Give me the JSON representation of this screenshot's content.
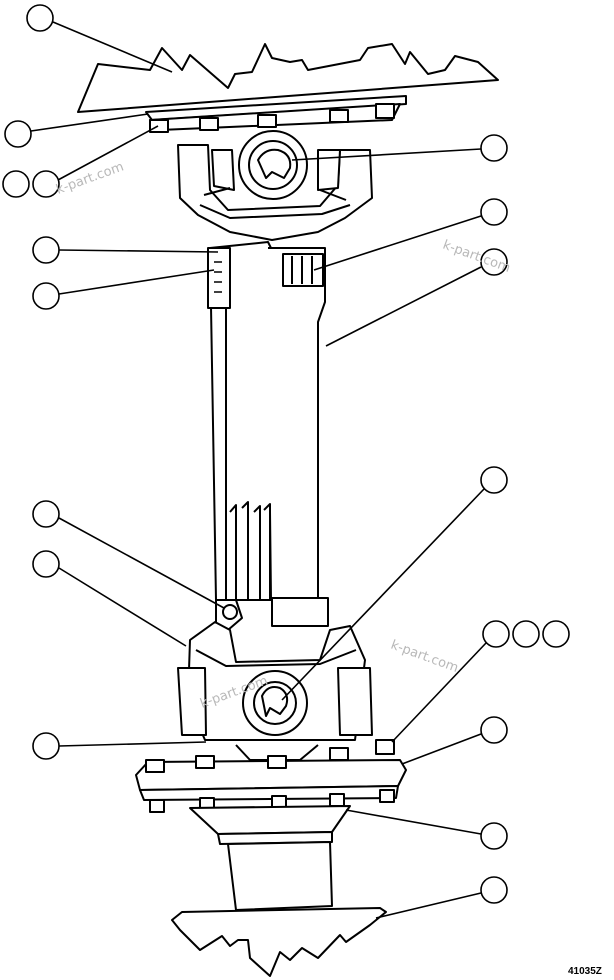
{
  "drawing": {
    "figure_code": "41035Z",
    "watermarks": [
      "k-part.com",
      "k-part.com",
      "k-part.com",
      "k-part.com"
    ],
    "callout_count": 19,
    "callout_labels": []
  }
}
